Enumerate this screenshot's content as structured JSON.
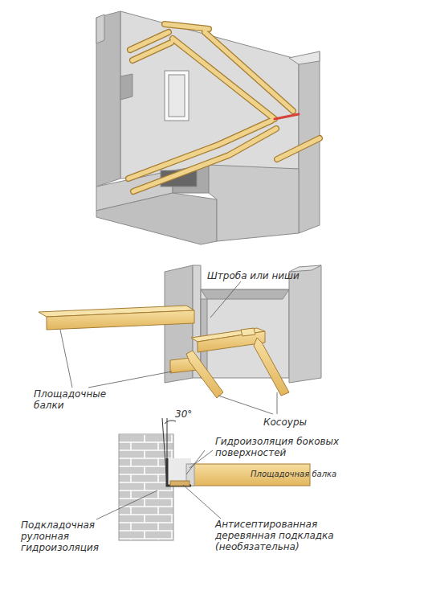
{
  "diagram": {
    "labels": [
      "Штроба или ниши",
      "Площадочные балки",
      "Косоуры",
      "30°",
      "Гидроизоляция боковых поверхностей",
      "Площадочная балка",
      "Подкладочная рулонная гидроизоляция",
      "Антисептированная деревянная подкладка (необязательна)"
    ]
  }
}
